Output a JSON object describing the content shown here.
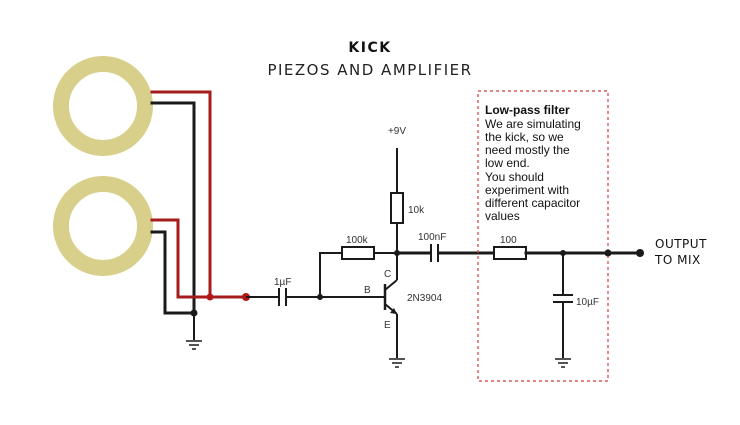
{
  "title": "KICK",
  "subtitle": "PIEZOS AND AMPLIFIER",
  "supply_label": "+9V",
  "components": {
    "r_collector": "10k",
    "r_feedback": "100k",
    "c_input": "1µF",
    "c_output": "100nF",
    "transistor": "2N3904",
    "pin_c": "C",
    "pin_b": "B",
    "pin_e": "E",
    "r_filter": "100",
    "c_filter": "10µF"
  },
  "output_label": [
    "OUTPUT",
    "TO MIX"
  ],
  "filter_note": {
    "title": "Low-pass filter",
    "lines": [
      "We are simulating",
      "the kick, so we",
      "need mostly the",
      "low end.",
      "You should",
      "experiment with",
      "different capacitor",
      "values"
    ]
  },
  "colors": {
    "piezo": "#d8cf8a",
    "red_wire": "#a51c1c",
    "black_wire": "#1a1a1a",
    "filter_box": "#d23c3c"
  }
}
